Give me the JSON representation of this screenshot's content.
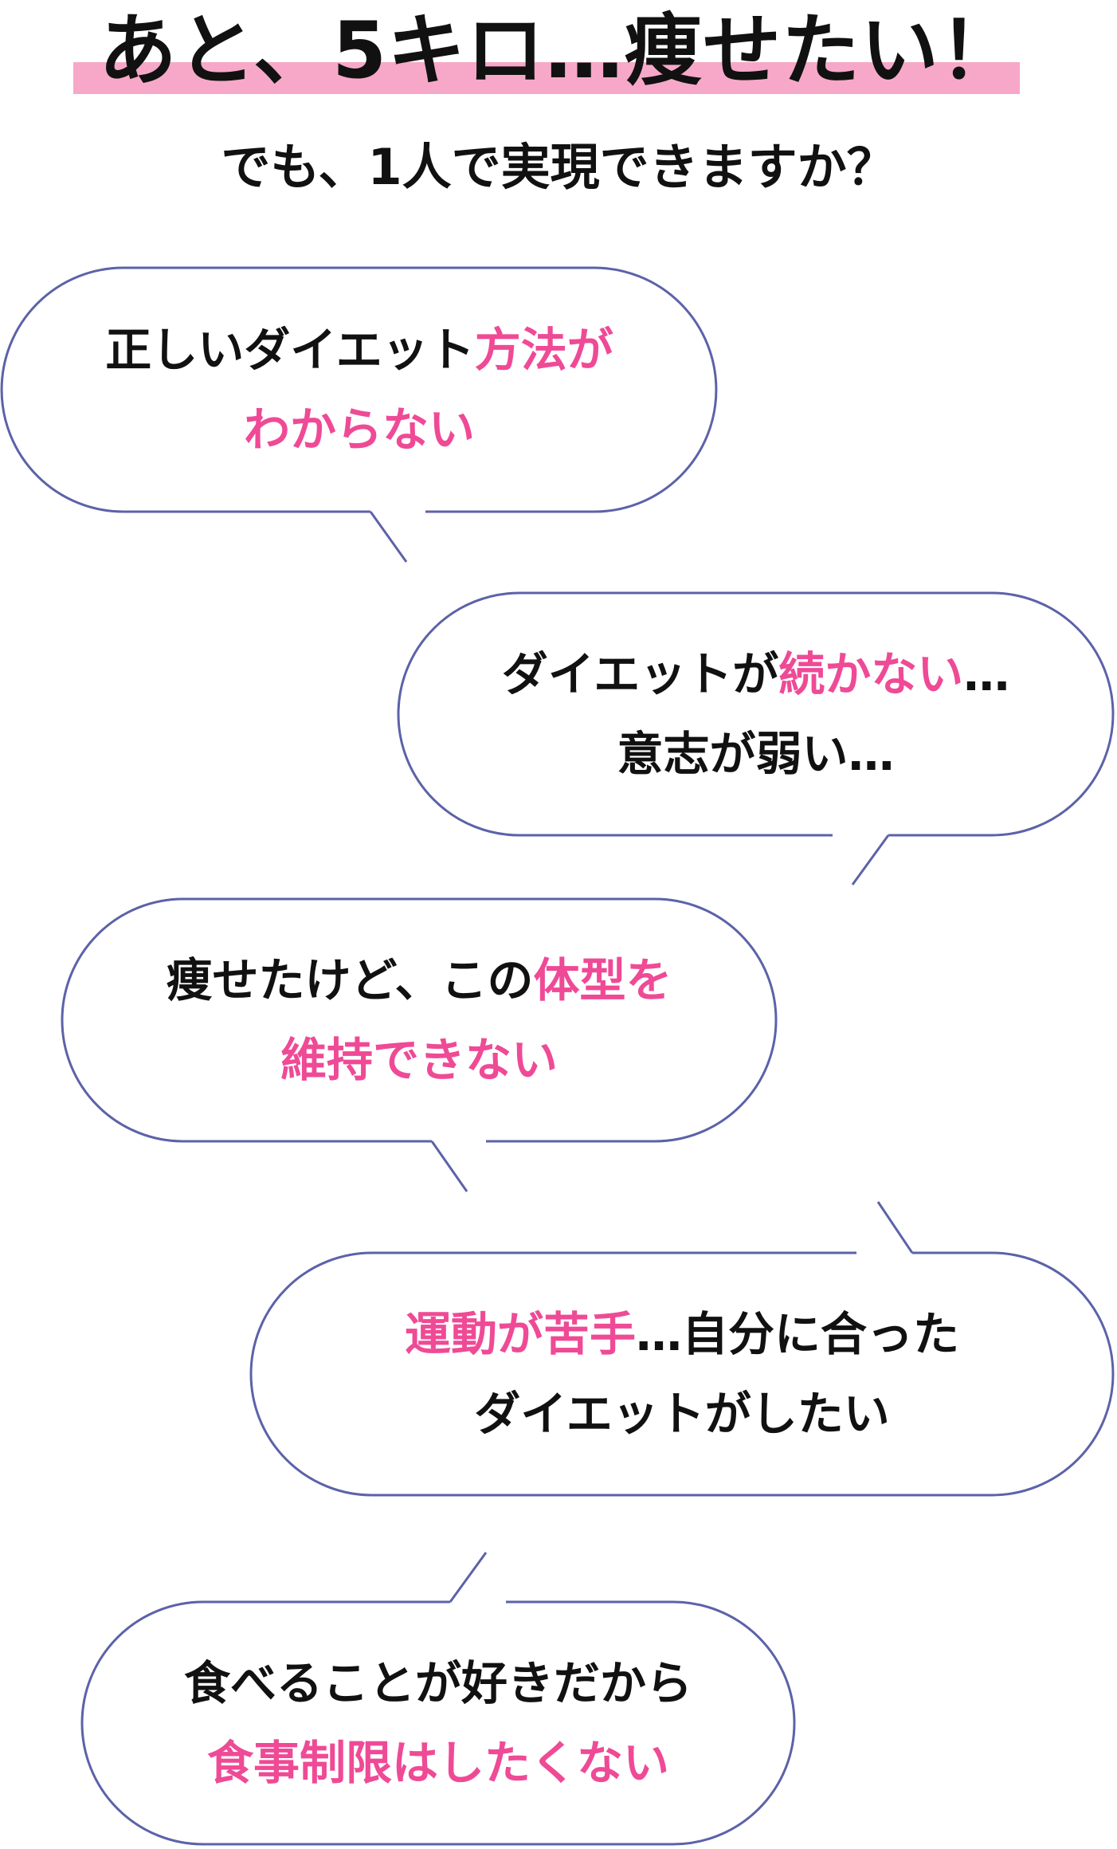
{
  "headline": {
    "text": "あと、5キロ…痩せたい！"
  },
  "subheadline": {
    "text": "でも、1人で実現できますか？"
  },
  "colors": {
    "accent": "#ef4a96",
    "marker": "#f7a8c8",
    "outline": "#5c62a8",
    "text": "#111111"
  },
  "bubbles": [
    {
      "l1a": "正しいダイエット",
      "l1b": "方法が",
      "l2": "わからない"
    },
    {
      "l1a": "ダイエットが",
      "l1b": "続かない",
      "l1c": "…",
      "l2": "意志が弱い…"
    },
    {
      "l1a": "痩せたけど、この",
      "l1b": "体型を",
      "l2": "維持できない"
    },
    {
      "l1a": "運動が苦手",
      "l1b": "…自分に合った",
      "l2": "ダイエットがしたい"
    },
    {
      "l1": "食べることが好きだから",
      "l2": "食事制限はしたくない"
    }
  ]
}
